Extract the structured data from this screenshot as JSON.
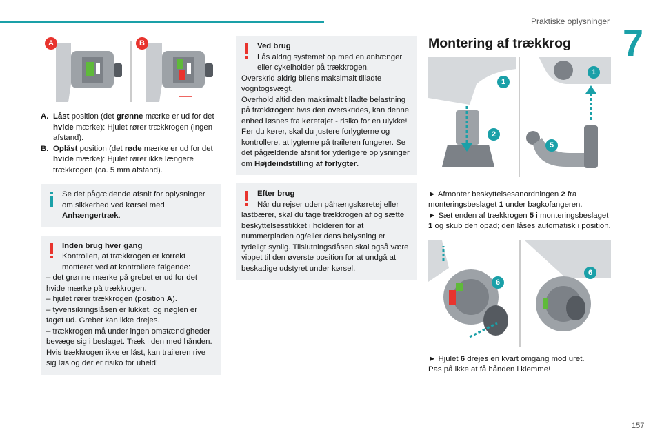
{
  "header": {
    "section": "Praktiske oplysninger",
    "chapter": "7"
  },
  "page_number": "157",
  "col1": {
    "figure_badges": [
      "A",
      "B"
    ],
    "list": [
      {
        "label": "A.",
        "parts": [
          {
            "t": "Låst",
            "b": true
          },
          {
            "t": " position (det ",
            "b": false
          },
          {
            "t": "grønne",
            "b": true
          },
          {
            "t": " mærke er ud for det ",
            "b": false
          },
          {
            "t": "hvide",
            "b": true
          },
          {
            "t": " mærke): Hjulet rører trækkrogen (ingen afstand).",
            "b": false
          }
        ]
      },
      {
        "label": "B.",
        "parts": [
          {
            "t": "Oplåst",
            "b": true
          },
          {
            "t": " position (det ",
            "b": false
          },
          {
            "t": "røde",
            "b": true
          },
          {
            "t": " mærke er ud for det ",
            "b": false
          },
          {
            "t": "hvide",
            "b": true
          },
          {
            "t": " mærke): Hjulet rører ikke længere trækkrogen (ca. 5 mm afstand).",
            "b": false
          }
        ]
      }
    ],
    "info_box": {
      "line1": "Se det pågældende afsnit for oplysninger om sikkerhed ved kørsel med",
      "bold": "Anhængertræk",
      "end": "."
    },
    "warn_box": {
      "title": "Inden brug hver gang",
      "first": "Kontrollen, at trækkrogen er korrekt monteret ved at kontrollere følgende:",
      "items": [
        "– det grønne mærke på grebet er ud for det hvide mærke på trækkrogen.",
        "– hjulet rører trækkrogen (position ",
        "– tyverisikringslåsen er lukket, og nøglen er taget ud. Grebet kan ikke drejes.",
        "– trækkrogen må under ingen omstændigheder bevæge sig i beslaget. Træk i den med hånden."
      ],
      "pos_a": "A",
      "pos_end": ").",
      "last": "Hvis trækkrogen ikke er låst, kan traileren rive sig løs og der er risiko for uheld!"
    }
  },
  "col2": {
    "warn1": {
      "title": "Ved brug",
      "first": "Lås aldrig systemet op med en anhænger eller cykelholder på trækkrogen.",
      "p2": "Overskrid aldrig bilens maksimalt tilladte vogntogsvægt.",
      "p3": "Overhold altid den maksimalt tilladte belastning på trækkrogen: hvis den overskrides, kan denne enhed løsnes fra køretøjet - risiko for en ulykke!",
      "p4": "Før du kører, skal du justere forlygterne og kontrollere, at lygterne på traileren fungerer. Se det pågældende afsnit for yderligere oplysninger om ",
      "p4_bold": "Højdeindstilling af forlygter",
      "p4_end": "."
    },
    "warn2": {
      "title": "Efter brug",
      "first": "Når du rejser uden påhængskøretøj eller lastbærer, skal du tage trækkrogen af og sætte beskyttelsesstikket i holderen for at nummerpladen og/eller dens belysning er tydeligt synlig. Tilslutningsdåsen skal også være vippet til den øverste position for at undgå at beskadige udstyret under kørsel."
    }
  },
  "col3": {
    "title": "Montering af trækkrog",
    "fig1_badges": [
      "1",
      "1",
      "2",
      "5"
    ],
    "steps1": [
      {
        "pre": "► Afmonter beskyttelsesanordningen ",
        "num": "2",
        "post": " fra monteringsbeslaget ",
        "num2": "1",
        "post2": " under bagkofangeren."
      },
      {
        "pre": "► Sæt enden af trækkrogen ",
        "num": "5",
        "post": " i monteringsbeslaget ",
        "num2": "1",
        "post2": " og skub den opad; den låses automatisk i position."
      }
    ],
    "fig2_badges": [
      "6",
      "6"
    ],
    "step2": {
      "pre": "► Hjulet ",
      "num": "6",
      "post": " drejes en kvart omgang mod uret.",
      "line2": "Pas på ikke at få hånden i klemme!"
    }
  },
  "colors": {
    "accent": "#1aa0a8",
    "warning": "#e8342e",
    "box_bg": "#eef0f2"
  }
}
